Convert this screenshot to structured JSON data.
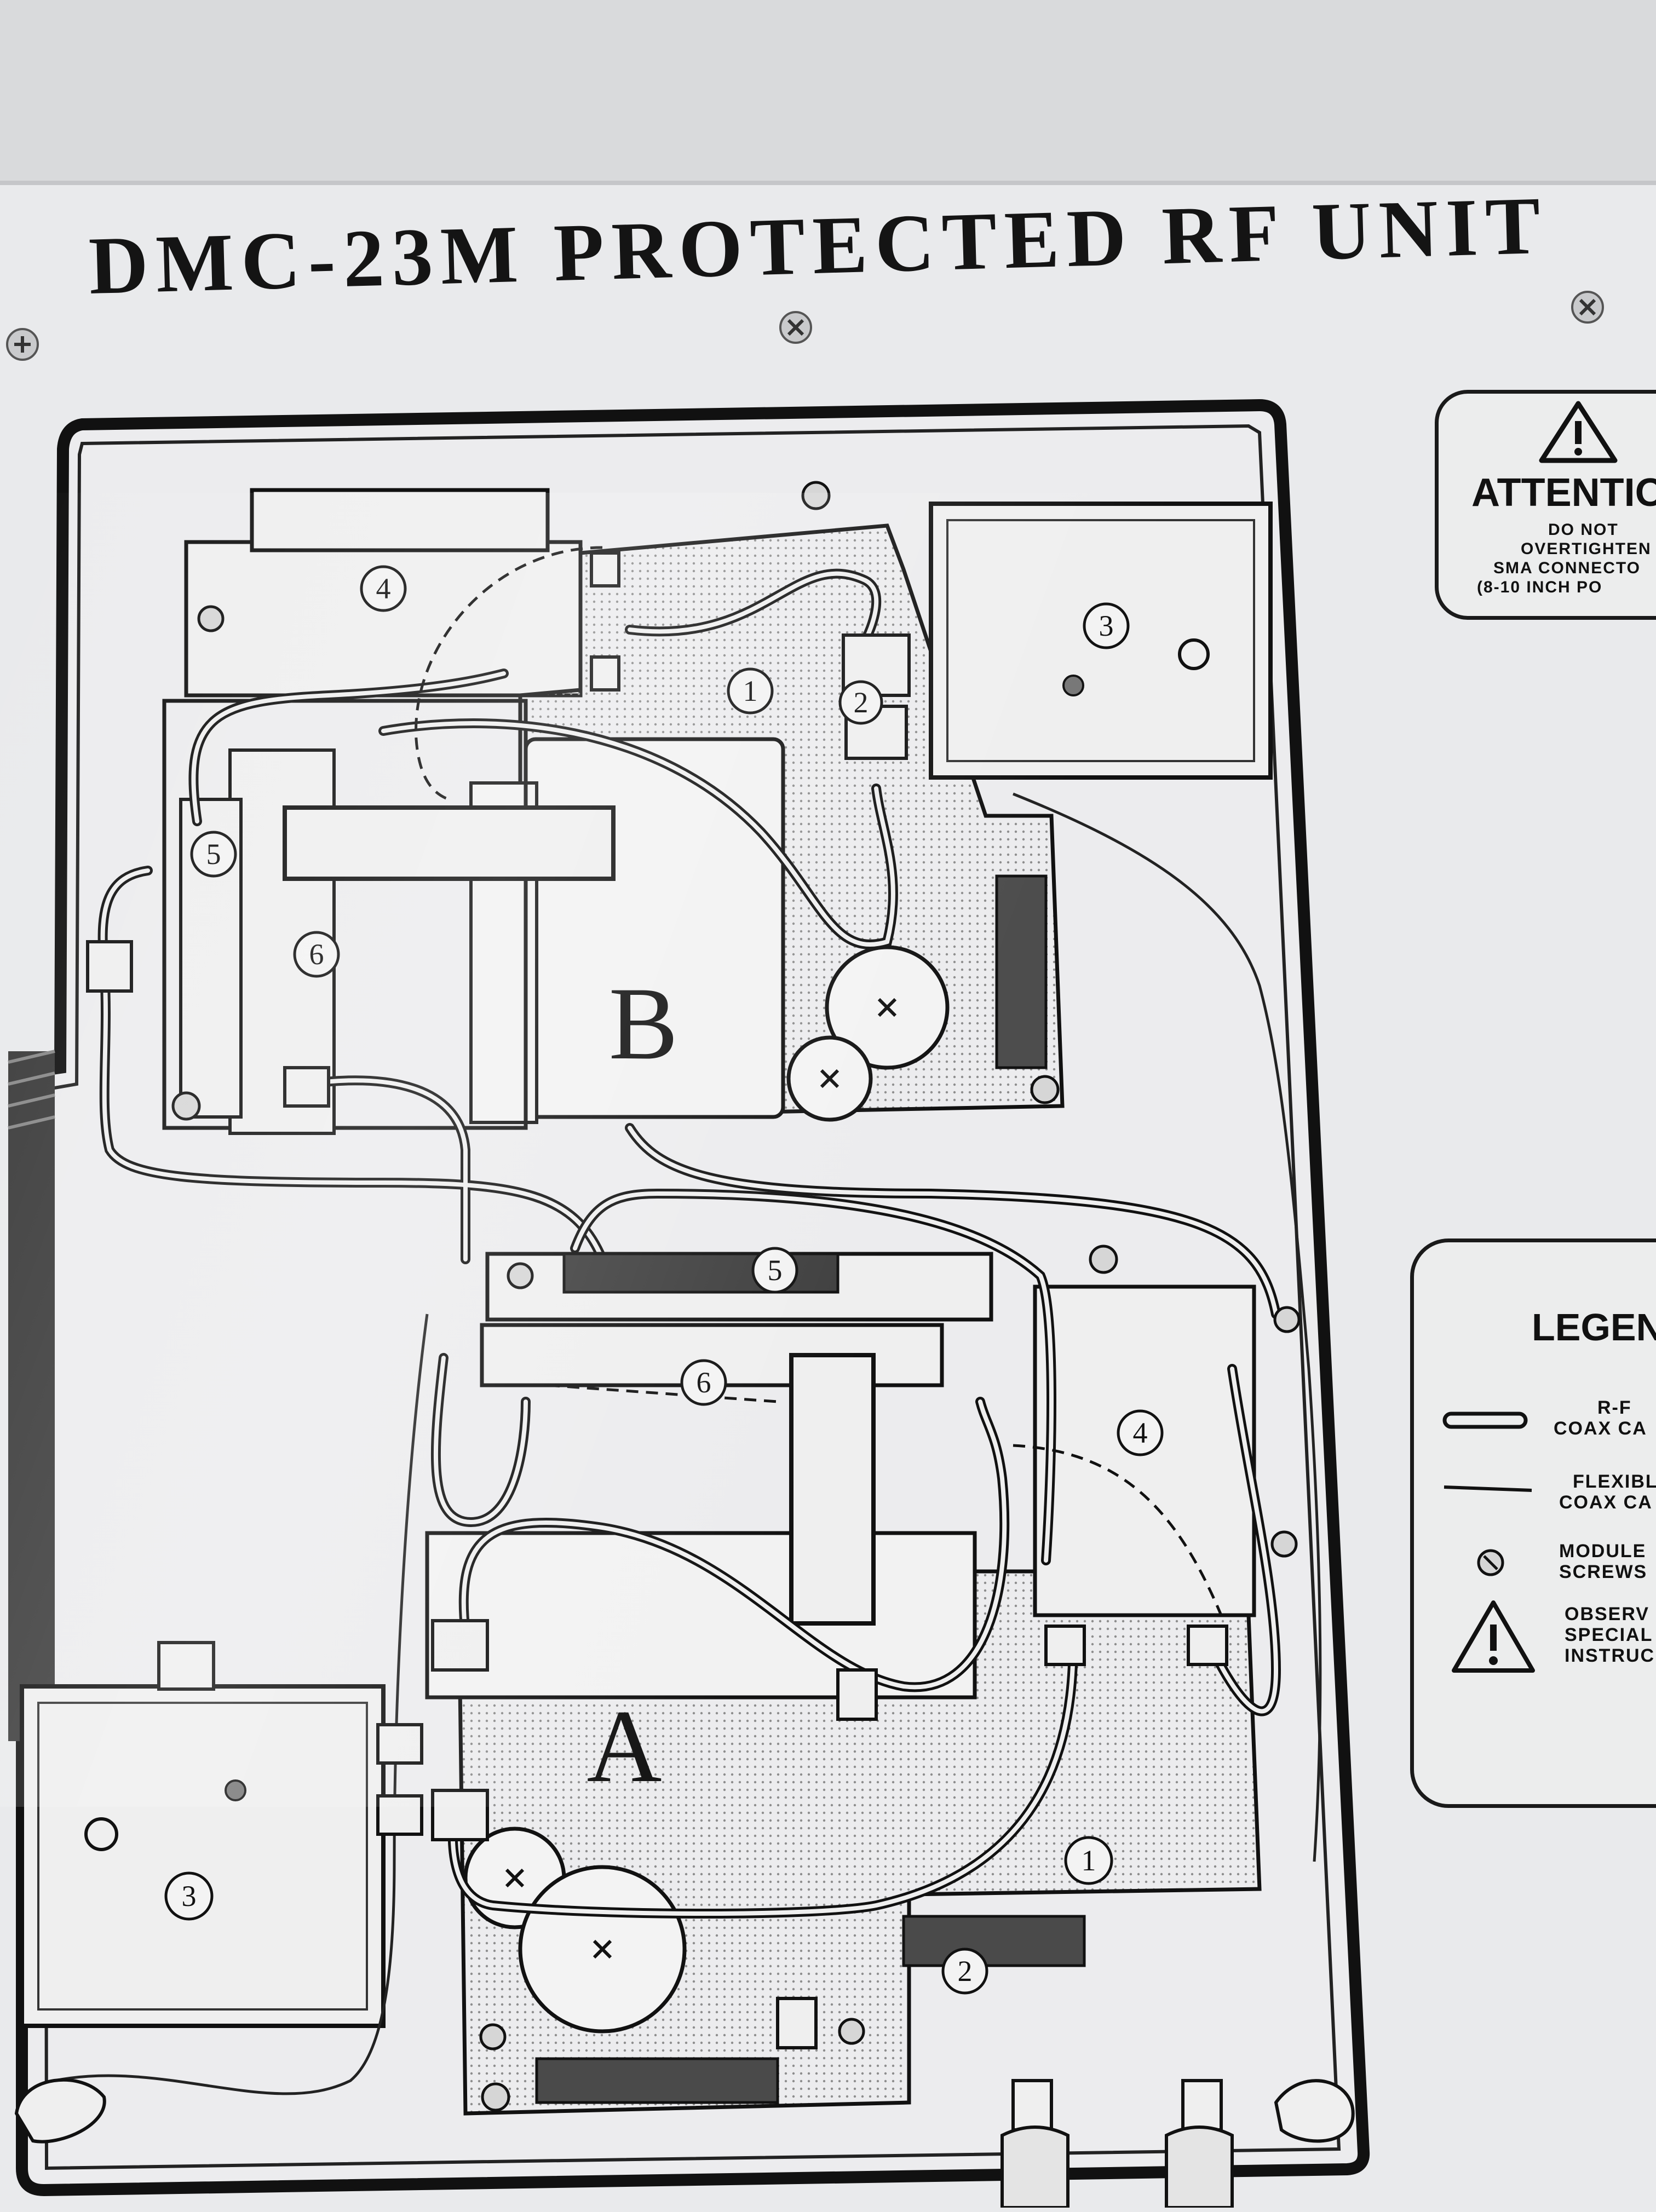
{
  "title": "DMC-23M PROTECTED RF UNIT",
  "diagram": {
    "section_b_label": "B",
    "section_a_label": "A",
    "callouts": {
      "b_1": "1",
      "b_2": "2",
      "b_3": "3",
      "b_4": "4",
      "b_5": "5",
      "b_6": "6",
      "a_1": "1",
      "a_2": "2",
      "a_3": "3",
      "a_4": "4",
      "a_5": "5",
      "a_6": "6"
    }
  },
  "attention": {
    "title": "ATTENTIO",
    "line1": "DO NOT",
    "line2": "OVERTIGHTEN",
    "line3": "SMA CONNECTO",
    "line4": "(8-10 INCH PO"
  },
  "legend": {
    "title": "LEGEN",
    "items": [
      {
        "line1": "R-F",
        "line2": "COAX CA",
        "symbol": "rigid-coax-symbol"
      },
      {
        "line1": "FLEXIBL",
        "line2": "COAX CA",
        "symbol": "flexible-coax-symbol"
      },
      {
        "line1": "MODULE",
        "line2": "SCREWS",
        "symbol": "screw-symbol"
      },
      {
        "line1": "OBSERV",
        "line2": "SPECIAL",
        "line3": "INSTRUC",
        "symbol": "warning-triangle-symbol"
      }
    ]
  },
  "colors": {
    "panel": "#e9eaec",
    "ink": "#141414",
    "board_dots": "#9a9a9a"
  }
}
